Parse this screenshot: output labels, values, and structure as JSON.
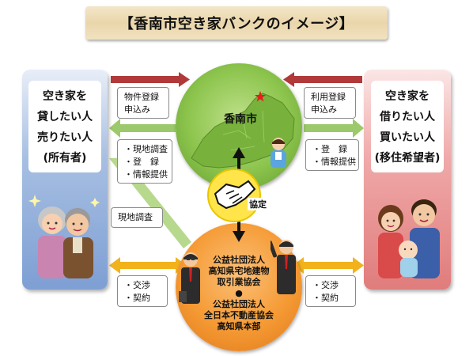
{
  "title": "【香南市空き家バンクのイメージ】",
  "left_panel": {
    "lines": [
      "空き家を",
      "貸したい人",
      "売りたい人",
      "(所有者)"
    ]
  },
  "right_panel": {
    "lines": [
      "空き家を",
      "借りたい人",
      "買いたい人",
      "(移住希望者)"
    ]
  },
  "city": {
    "name": "香南市"
  },
  "organization": {
    "lines": [
      "公益社団法人",
      "高知県宅地建物",
      "取引業協会",
      "●",
      "公益社団法人",
      "全日本不動産協会",
      "高知県本部"
    ]
  },
  "agreement_label": "協定",
  "notes": {
    "top_left": [
      "物件登録",
      "申込み"
    ],
    "top_right": [
      "利用登録",
      "申込み"
    ],
    "mid_left": [
      "・現地調査",
      "・登　録",
      "・情報提供"
    ],
    "mid_right": [
      "・登　録",
      "・情報提供"
    ],
    "survey": "現地調査",
    "bottom_left": [
      "・交渉",
      "・契約"
    ],
    "bottom_right": [
      "・交渉",
      "・契約"
    ]
  },
  "colors": {
    "dark_red_arrow": "#b03a3a",
    "green_arrow": "#9cc96b",
    "yellow_arrow": "#f2b21c",
    "left_panel": "#7e9fd4",
    "right_panel": "#e07c7c",
    "city_circle": "#8cc44d",
    "org_circle": "#f59a34"
  },
  "icons": [
    "star-icon",
    "handshake-icon",
    "elderly-couple-icon",
    "family-icon",
    "staff-icon",
    "business-person-icon"
  ]
}
